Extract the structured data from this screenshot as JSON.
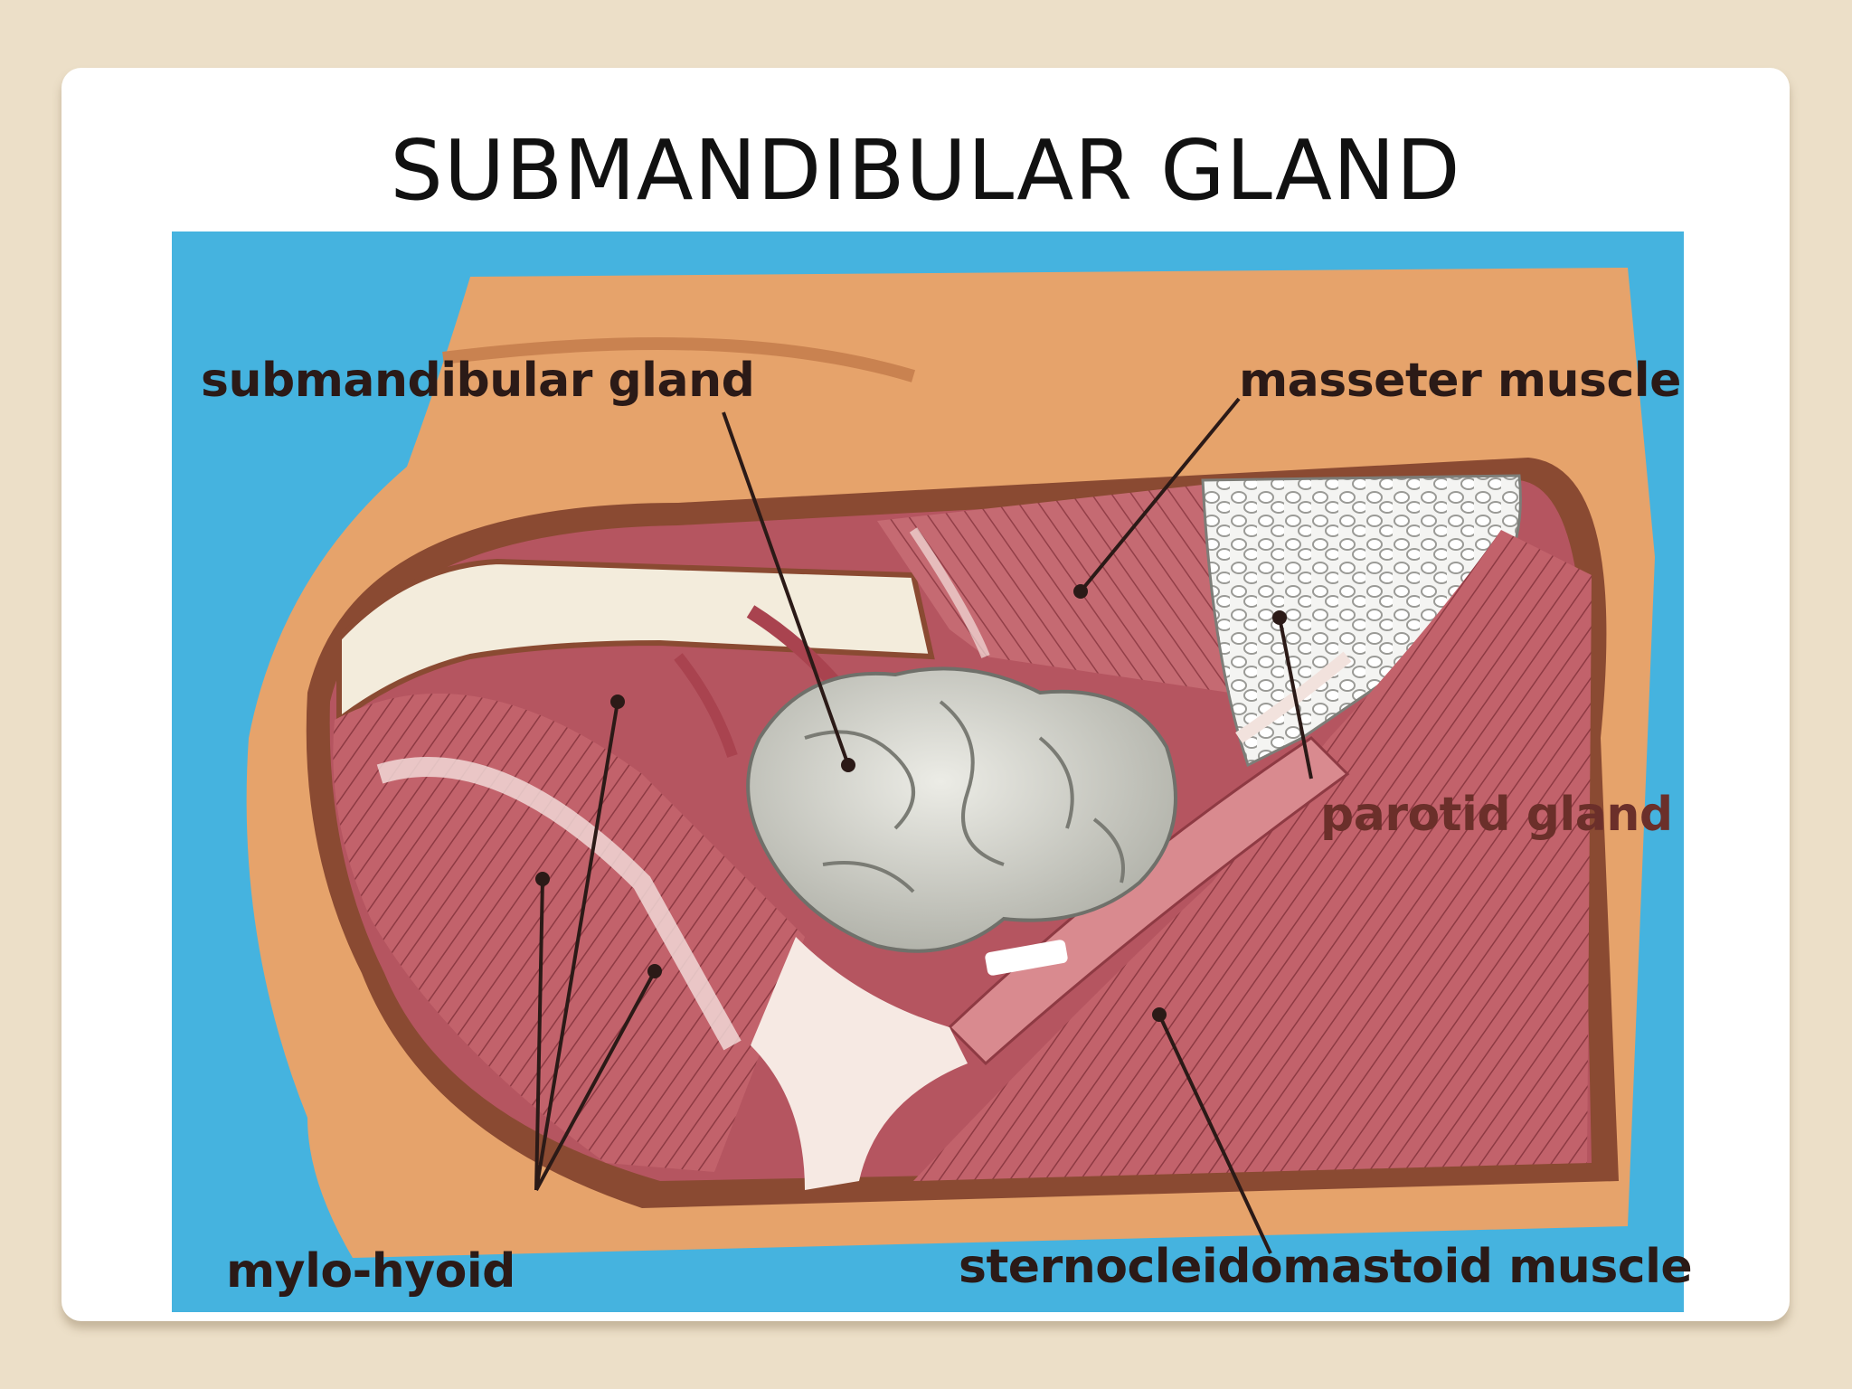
{
  "slide": {
    "title": "SUBMANDIBULAR GLAND"
  },
  "figure": {
    "labels": {
      "submandibular_gland": "submandibular gland",
      "masseter_muscle": "masseter muscle",
      "parotid_gland": "parotid gland",
      "mylo_hyoid": "mylo-hyoid",
      "sternocleidomastoid_muscle": "sternocleidomastoid muscle"
    },
    "colors": {
      "background": "#45b3df",
      "skin": "#e8a56c",
      "muscle": "#c0616a",
      "gland": "#d6d6cf",
      "bone": "#f3ecdc"
    }
  }
}
